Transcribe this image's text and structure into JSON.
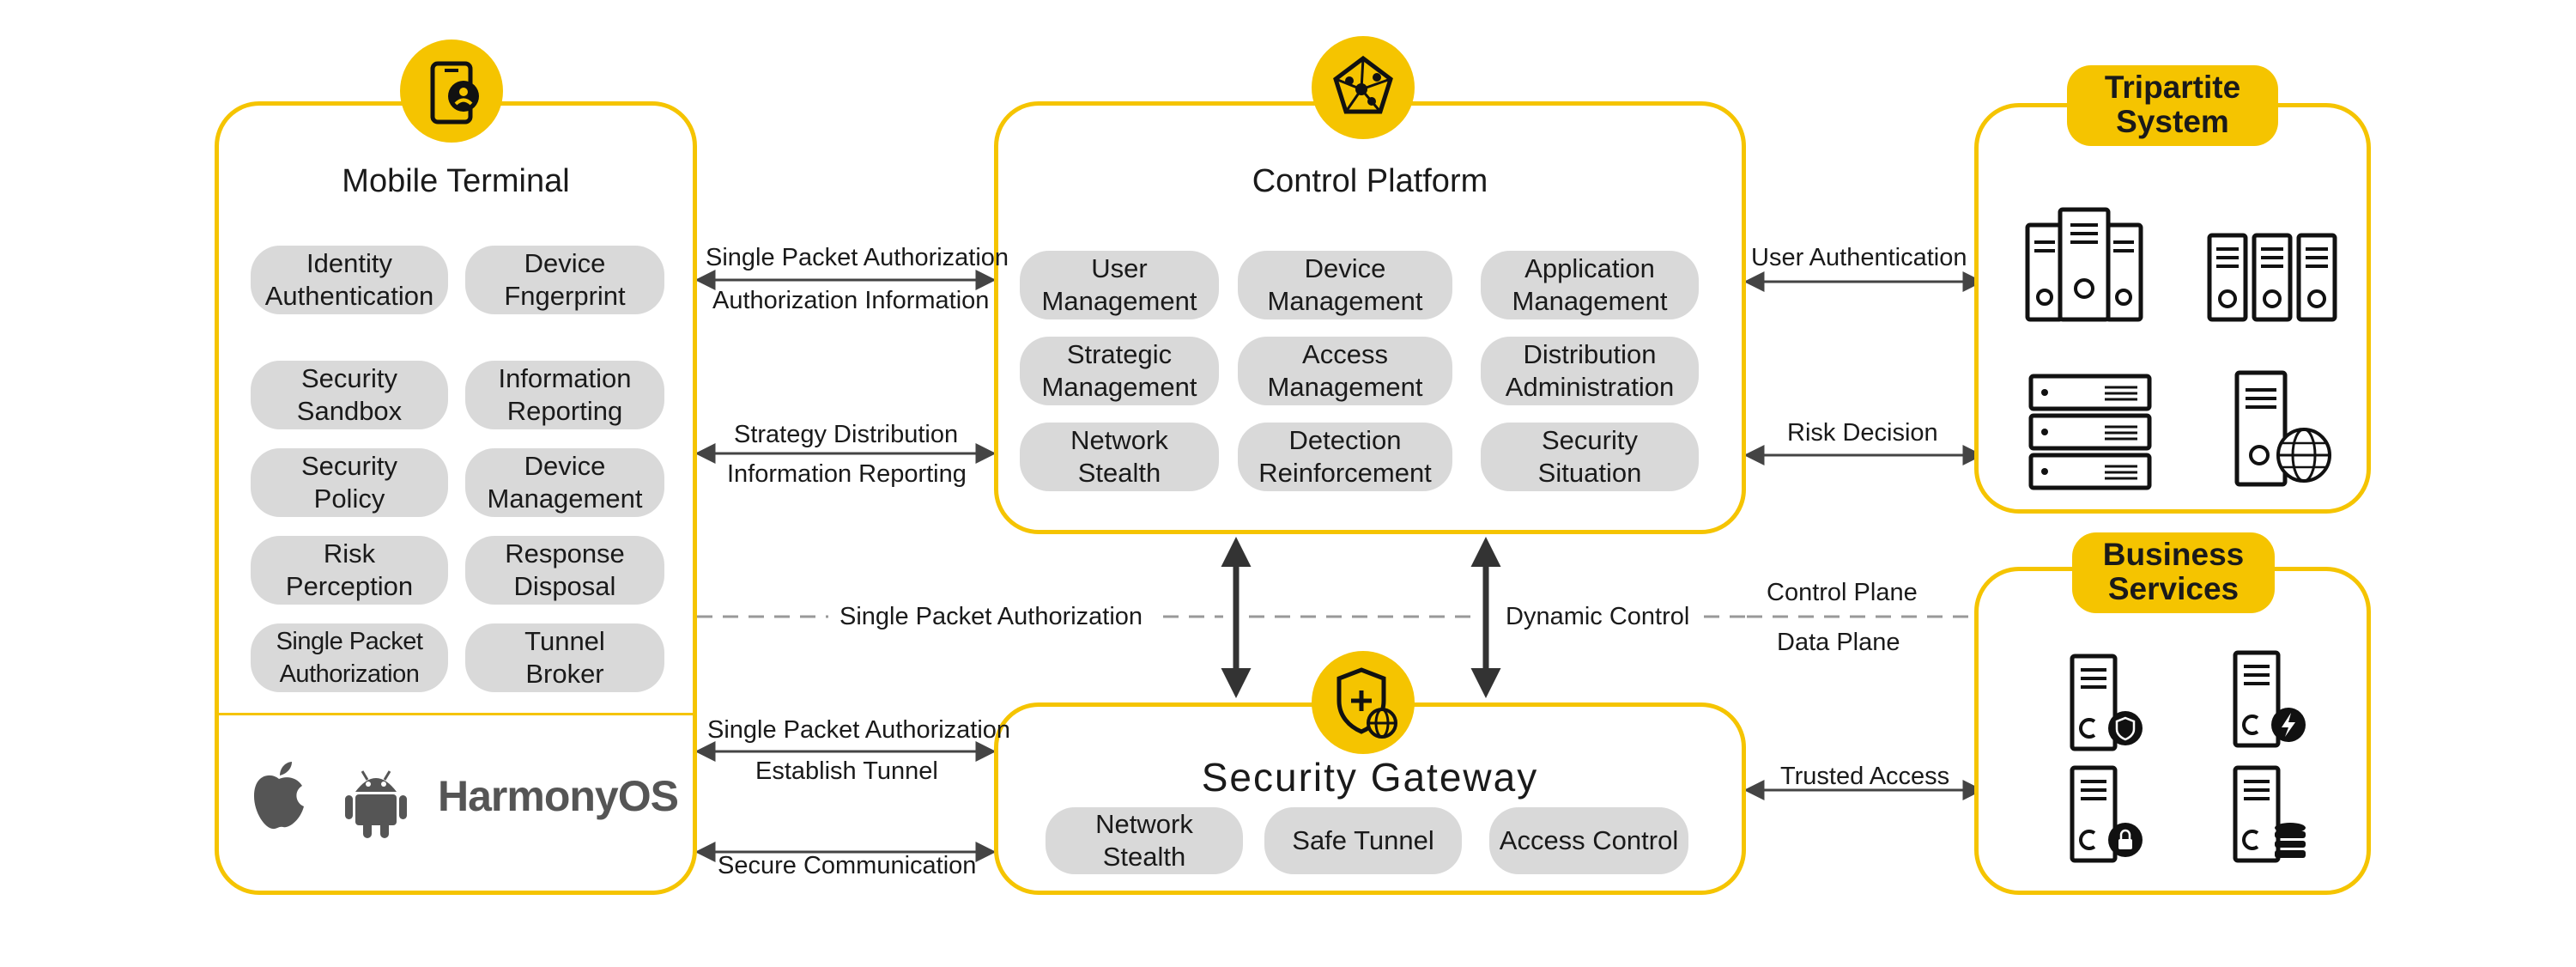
{
  "mobile_terminal": {
    "title": "Mobile Terminal",
    "features": [
      "Identity\nAuthentication",
      "Device\nFngerprint",
      "Security\nSandbox",
      "Information\nReporting",
      "Security\nPolicy",
      "Device\nManagement",
      "Risk\nPerception",
      "Response\nDisposal",
      "Single Packet\nAuthorization",
      "Tunnel\nBroker"
    ],
    "os_brand": "HarmonyOS",
    "icons": [
      "mobile-user-icon",
      "apple-icon",
      "android-icon"
    ]
  },
  "control_platform": {
    "title": "Control Platform",
    "features": [
      "User\nManagement",
      "Device\nManagement",
      "Application\nManagement",
      "Strategic\nManagement",
      "Access\nManagement",
      "Distribution\nAdministration",
      "Network\nStealth",
      "Detection\nReinforcement",
      "Security\nSituation"
    ],
    "icon": "network-pentagon-icon"
  },
  "security_gateway": {
    "title": "Security Gateway",
    "features": [
      "Network Stealth",
      "Safe Tunnel",
      "Access Control"
    ],
    "icon": "shield-globe-icon"
  },
  "tripartite": {
    "title_line1": "Tripartite",
    "title_line2": "System",
    "icons": [
      "server-cluster-icon",
      "server-rack-icon",
      "server-stack-icon",
      "server-globe-icon"
    ]
  },
  "business": {
    "title_line1": "Business",
    "title_line2": "Services",
    "icons": [
      "server-shield-icon",
      "server-bolt-icon",
      "server-lock-icon",
      "server-database-icon"
    ]
  },
  "links": {
    "mt_cp_1": "Single Packet Authorization",
    "mt_cp_2": "Authorization Information",
    "mt_cp_3": "Strategy Distribution",
    "mt_cp_4": "Information Reporting",
    "plane_spa": "Single Packet Authorization",
    "plane_dynamic": "Dynamic Control",
    "control_plane": "Control Plane",
    "data_plane": "Data Plane",
    "mt_sg_1": "Single Packet Authorization",
    "mt_sg_2": "Establish Tunnel",
    "mt_sg_3": "Secure Communication",
    "cp_tp_1": "User Authentication",
    "cp_tp_2": "Risk Decision",
    "sg_bs": "Trusted Access"
  },
  "colors": {
    "accent": "#f5c400",
    "pill": "#d9d9d9",
    "line": "#444444",
    "dashed": "#999999"
  }
}
